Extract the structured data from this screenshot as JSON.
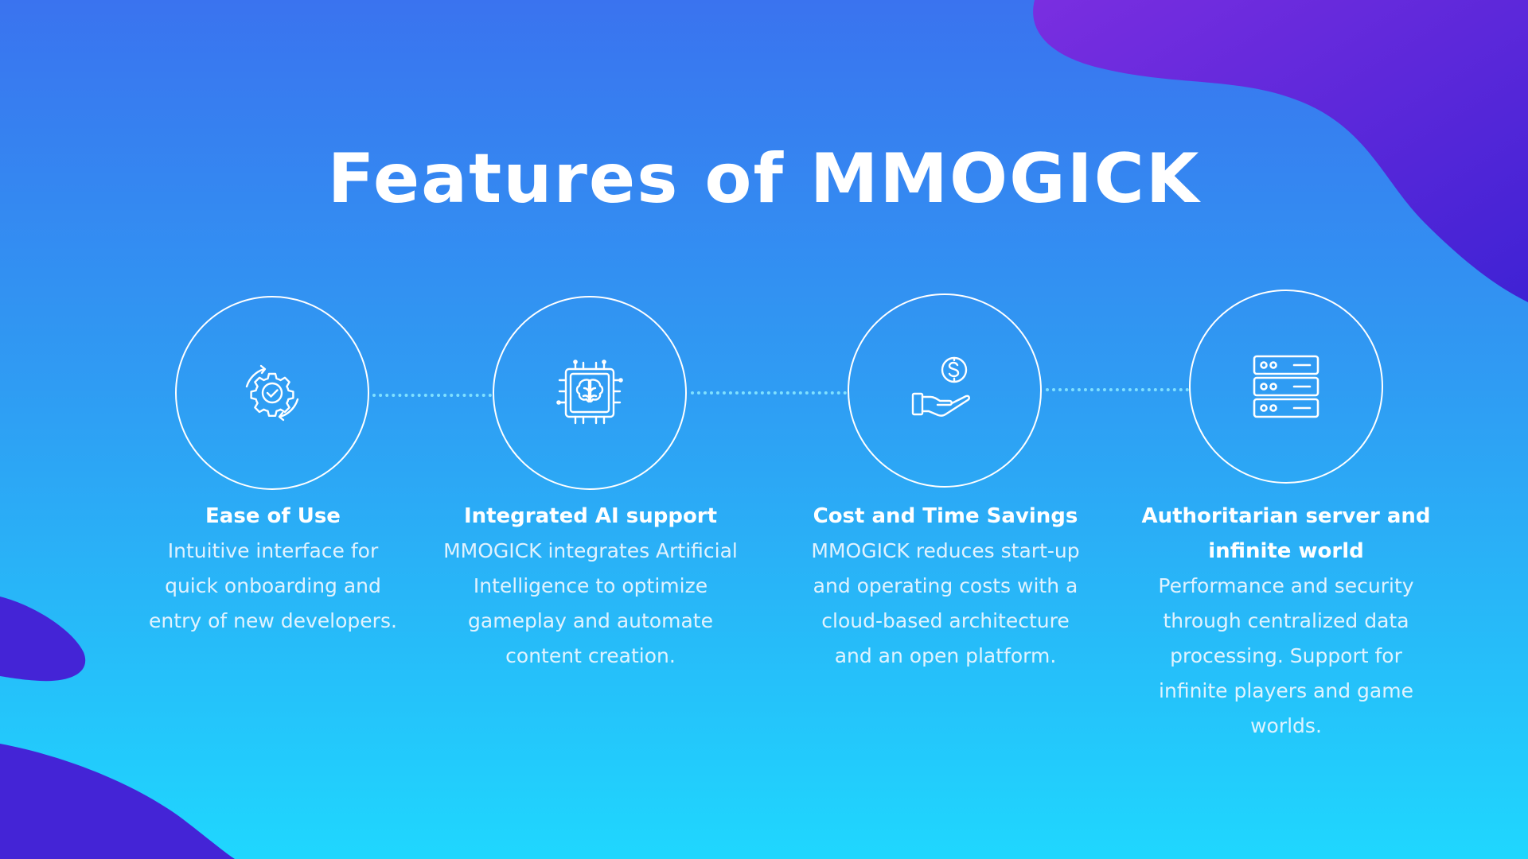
{
  "slide": {
    "title": "Features of MMOGICK"
  },
  "features": [
    {
      "icon": "gear-check-icon",
      "title": "Ease of Use",
      "description": "Intuitive interface for quick onboarding and entry of new developers."
    },
    {
      "icon": "ai-chip-brain-icon",
      "title": "Integrated AI support",
      "description": "MMOGICK integrates Artificial Intelligence to optimize gameplay and automate content creation."
    },
    {
      "icon": "hand-coin-icon",
      "title": "Cost and Time Savings",
      "description": "MMOGICK reduces start-up and operating costs with a cloud-based architecture and an open platform."
    },
    {
      "icon": "server-rack-icon",
      "title": "Authoritarian server and infinite world",
      "description": "Performance and security through centralized data processing. Support for infinite players and game worlds."
    }
  ],
  "colors": {
    "background_top": "#3a73ef",
    "background_bottom": "#1fd7fe",
    "blob": "#4b22d6",
    "connector": "#7fe0ff",
    "text": "#ffffff"
  }
}
